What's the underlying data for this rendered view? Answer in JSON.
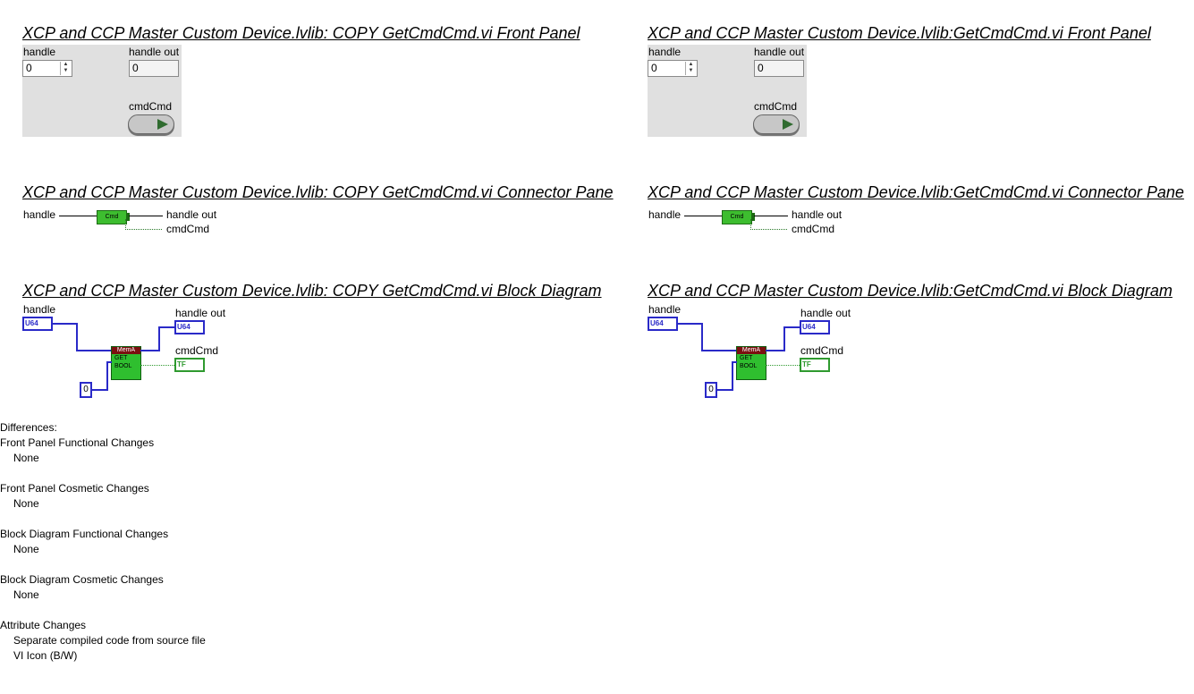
{
  "left": {
    "front_panel_title": "XCP and CCP Master Custom Device.lvlib:  COPY  GetCmdCmd.vi Front Panel",
    "connector_pane_title": "XCP and CCP Master Custom Device.lvlib:  COPY  GetCmdCmd.vi Connector Pane",
    "block_diagram_title": "XCP and CCP Master Custom Device.lvlib:  COPY  GetCmdCmd.vi Block Diagram"
  },
  "right": {
    "front_panel_title": "XCP and CCP Master Custom Device.lvlib:GetCmdCmd.vi Front Panel",
    "connector_pane_title": "XCP and CCP Master Custom Device.lvlib:GetCmdCmd.vi Connector Pane",
    "block_diagram_title": "XCP and CCP Master Custom Device.lvlib:GetCmdCmd.vi Block Diagram"
  },
  "common": {
    "handle_label": "handle",
    "handle_value": "0",
    "handle_out_label": "handle out",
    "handle_out_value": "0",
    "cmdcmd_label": "cmdCmd",
    "icon_text": "Cmd",
    "term_u64_in": "U64",
    "term_u64_out": "U64",
    "term_bool": "TF",
    "node_header": "MemA",
    "node_line1": "GET",
    "node_line2": "BOOL",
    "const_value": "0"
  },
  "differences": {
    "heading": "Differences:",
    "fp_functional": "Front Panel Functional Changes",
    "fp_functional_val": "None",
    "fp_cosmetic": "Front Panel Cosmetic Changes",
    "fp_cosmetic_val": "None",
    "bd_functional": "Block Diagram Functional Changes",
    "bd_functional_val": "None",
    "bd_cosmetic": "Block Diagram Cosmetic Changes",
    "bd_cosmetic_val": "None",
    "attr": "Attribute Changes",
    "attr_item1": "Separate compiled code from source file",
    "attr_item2": "VI Icon (B/W)"
  },
  "colors": {
    "panel_bg": "#e0e0e0",
    "u64_wire": "#2a2ac8",
    "bool_wire": "#2f9a2f",
    "node_green": "#2fbf2f"
  }
}
